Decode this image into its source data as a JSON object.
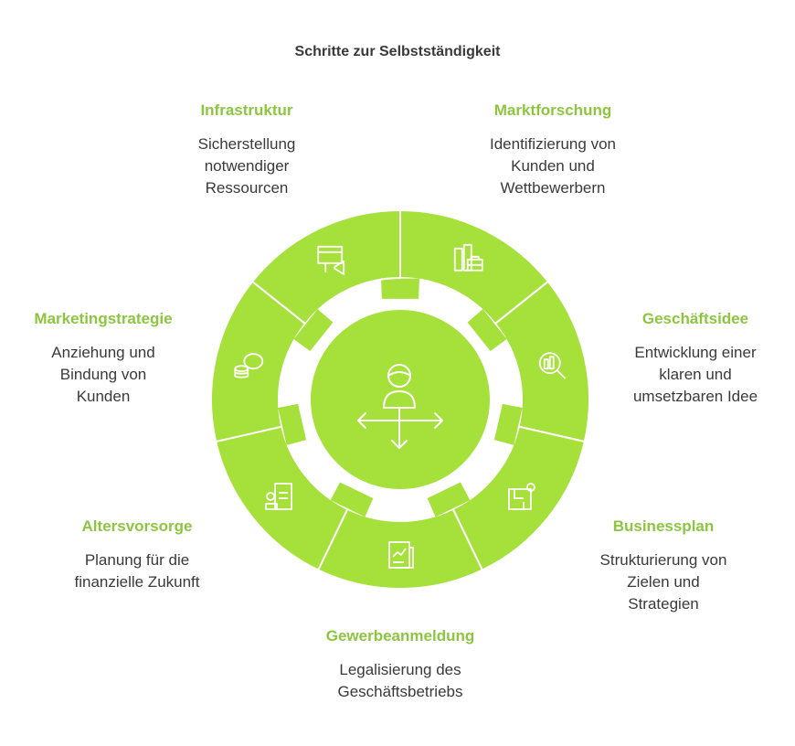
{
  "title": "Schritte zur Selbstständigkeit",
  "colors": {
    "accent": "#a6e03a",
    "heading": "#8cc63f",
    "text": "#3a3a3a",
    "background": "#ffffff"
  },
  "center": {
    "icon": "person-with-arrows-icon"
  },
  "steps": [
    {
      "heading": "Infrastruktur",
      "lines": [
        "Sicherstellung",
        "notwendiger",
        "Ressourcen"
      ],
      "icon": "buildings-briefcase-icon"
    },
    {
      "heading": "Marktforschung",
      "lines": [
        "Identifizierung von",
        "Kunden und",
        "Wettbewerbern"
      ],
      "icon": "magnifier-chart-icon"
    },
    {
      "heading": "Geschäftsidee",
      "lines": [
        "Entwicklung einer",
        "klaren und",
        "umsetzbaren Idee"
      ],
      "icon": "lightbulb-plan-icon"
    },
    {
      "heading": "Businessplan",
      "lines": [
        "Strukturierung von",
        "Zielen und",
        "Strategien"
      ],
      "icon": "report-chart-icon"
    },
    {
      "heading": "Gewerbeanmeldung",
      "lines": [
        "Legalisierung des",
        "Geschäftsbetriebs"
      ],
      "icon": "stamp-document-icon"
    },
    {
      "heading": "Altersvorsorge",
      "lines": [
        "Planung für die",
        "finanzielle Zukunft"
      ],
      "icon": "piggy-bank-coins-icon"
    },
    {
      "heading": "Marketingstrategie",
      "lines": [
        "Anziehung und",
        "Bindung von",
        "Kunden"
      ],
      "icon": "billboard-megaphone-icon"
    }
  ]
}
